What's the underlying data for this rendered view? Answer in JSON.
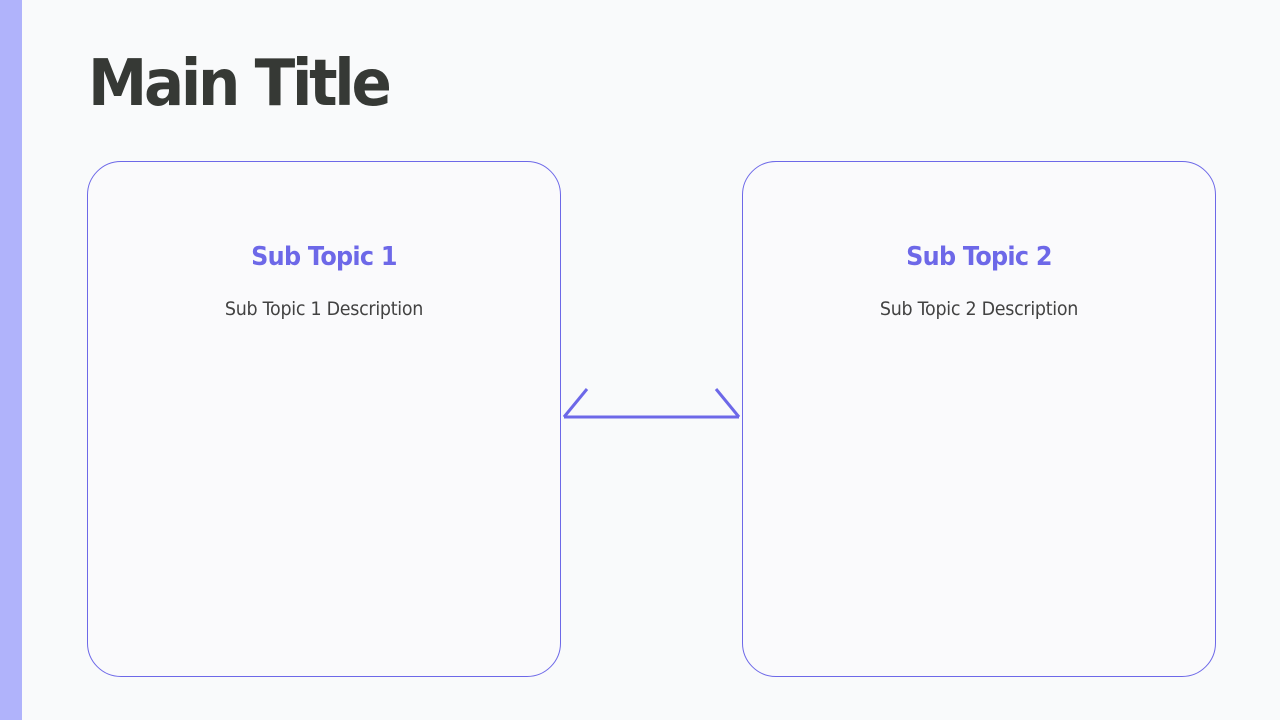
{
  "slide": {
    "title": "Main Title",
    "accent_color": "#b0b3fb",
    "primary_color": "#6d68e8",
    "title_color": "#363935",
    "background": "#f9fafb"
  },
  "cards": [
    {
      "title": "Sub Topic 1",
      "description": "Sub Topic 1 Description"
    },
    {
      "title": "Sub Topic 2",
      "description": "Sub Topic 2 Description"
    }
  ],
  "connector": {
    "type": "double-headed-arrow",
    "from": "Sub Topic 1",
    "to": "Sub Topic 2"
  }
}
